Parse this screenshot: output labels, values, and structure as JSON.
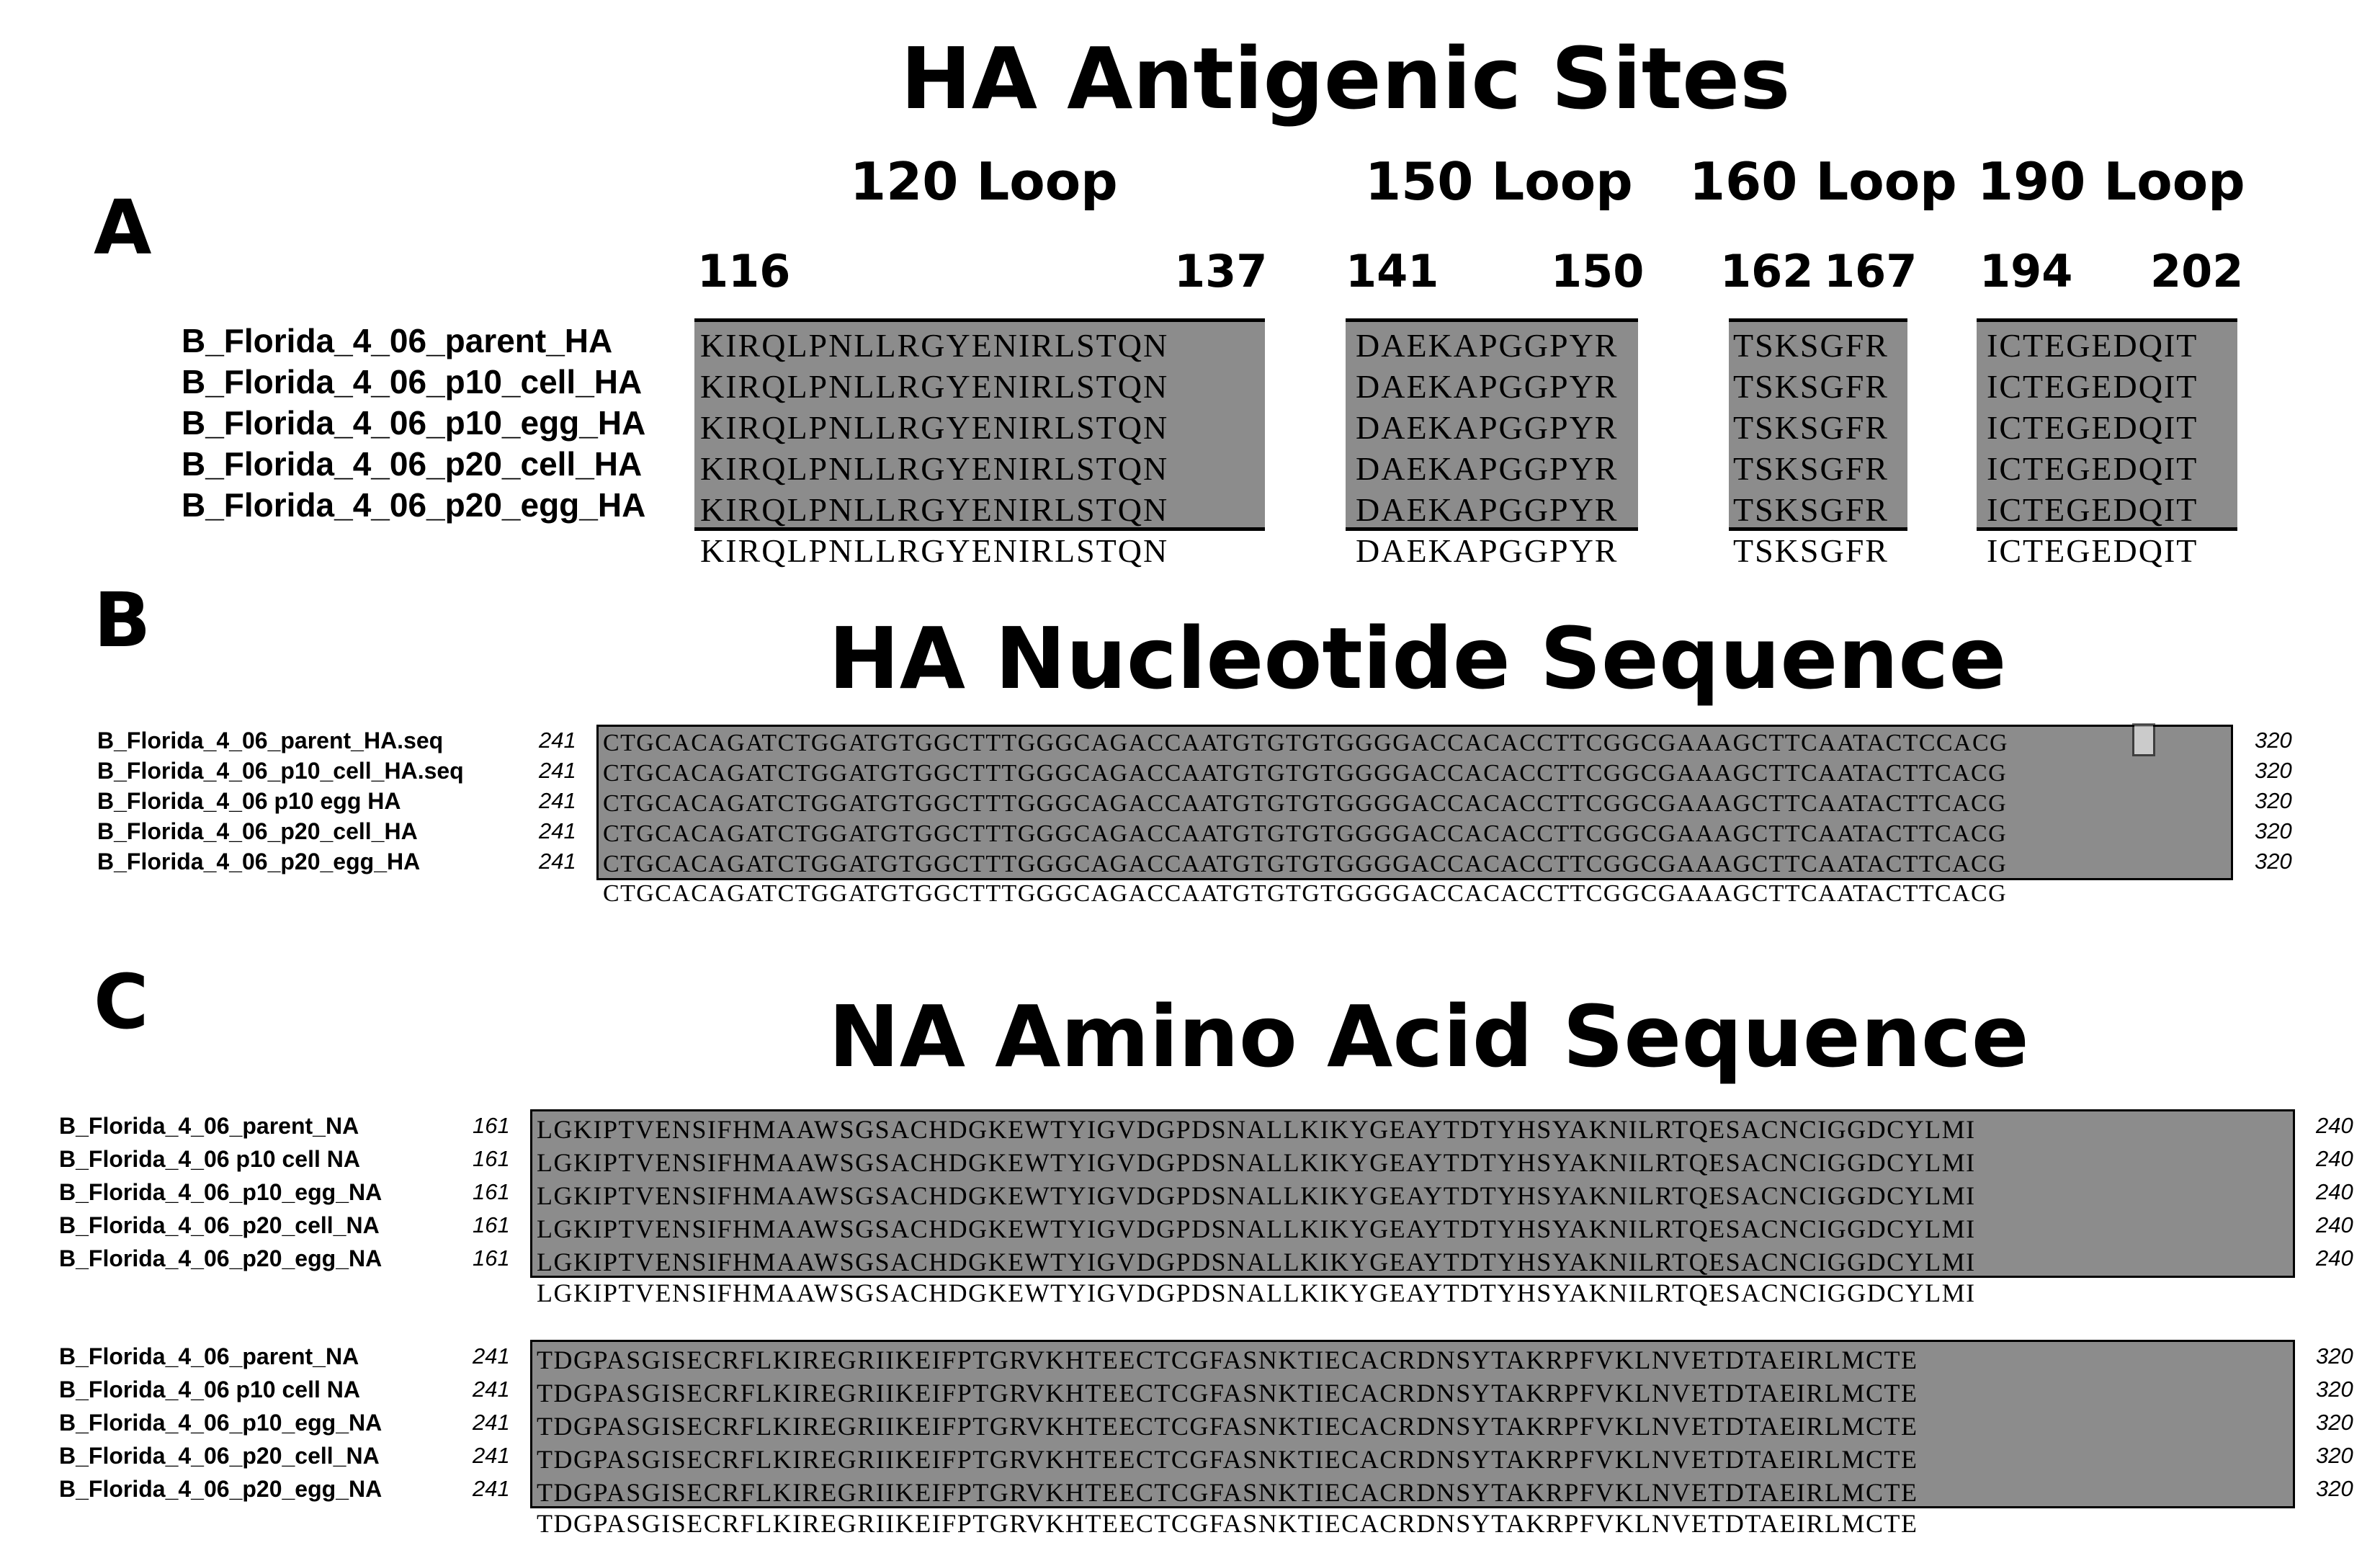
{
  "panelA": {
    "letter": "A",
    "title": "HA Antigenic Sites",
    "loops": [
      "120 Loop",
      "150 Loop",
      "160 Loop",
      "190 Loop"
    ],
    "positions": [
      "116",
      "137",
      "141",
      "150",
      "162",
      "167",
      "194",
      "202"
    ],
    "rows": [
      "B_Florida_4_06_parent_HA",
      "B_Florida_4_06_p10_cell_HA",
      "B_Florida_4_06_p10_egg_HA",
      "B_Florida_4_06_p20_cell_HA",
      "B_Florida_4_06_p20_egg_HA"
    ],
    "sites": [
      {
        "seq": "KIRQLPNLLRGYENIRLSTQN"
      },
      {
        "seq": "DAEKAPGGPYR"
      },
      {
        "seq": "TSKSGFR"
      },
      {
        "seq": "ICTEGEDQIT"
      }
    ]
  },
  "panelB": {
    "letter": "B",
    "title": "HA Nucleotide Sequence",
    "rows": [
      {
        "name": "B_Florida_4_06_parent_HA.seq",
        "start": "241",
        "end": "320"
      },
      {
        "name": "B_Florida_4_06_p10_cell_HA.seq",
        "start": "241",
        "end": "320"
      },
      {
        "name": "B_Florida_4_06 p10 egg HA",
        "start": "241",
        "end": "320"
      },
      {
        "name": "B_Florida_4_06_p20_cell_HA",
        "start": "241",
        "end": "320"
      },
      {
        "name": "B_Florida_4_06_p20_egg_HA",
        "start": "241",
        "end": "320"
      }
    ],
    "sequence": "CTGCACAGATCTGGATGTGGCTTTGGGCAGACCAATGTGTGTGGGGACCACACCTTCGGCGAAAGCTTCAATACTTCACG",
    "parent_variant": "CTGCACAGATCTGGATGTGGCTTTGGGCAGACCAATGTGTGTGGGGACCACACCTTCGGCGAAAGCTTCAATACTCCACG",
    "consensus": "CTGCACAGATCTGGATGTGGCTTTGGGCAGACCAATGTGTGTGGGGACCACACCTTCGGCGAAAGCTTCAATACTTCACG"
  },
  "panelC": {
    "letter": "C",
    "title": "NA Amino Acid Sequence",
    "blocks": [
      {
        "rows": [
          {
            "name": "B_Florida_4_06_parent_NA",
            "start": "161",
            "end": "240"
          },
          {
            "name": "B_Florida_4_06 p10 cell NA",
            "start": "161",
            "end": "240"
          },
          {
            "name": "B_Florida_4_06_p10_egg_NA",
            "start": "161",
            "end": "240"
          },
          {
            "name": "B_Florida_4_06_p20_cell_NA",
            "start": "161",
            "end": "240"
          },
          {
            "name": "B_Florida_4_06_p20_egg_NA",
            "start": "161",
            "end": "240"
          }
        ],
        "sequence": "LGKIPTVENSIFHMAAWSGSACHDGKEWTYIGVDGPDSNALLKIKYGEAYTDTYHSYAKNILRTQESACNCIGGDCYLMI",
        "consensus": "LGKIPTVENSIFHMAAWSGSACHDGKEWTYIGVDGPDSNALLKIKYGEAYTDTYHSYAKNILRTQESACNCIGGDCYLMI"
      },
      {
        "rows": [
          {
            "name": "B_Florida_4_06_parent_NA",
            "start": "241",
            "end": "320"
          },
          {
            "name": "B_Florida_4_06 p10 cell NA",
            "start": "241",
            "end": "320"
          },
          {
            "name": "B_Florida_4_06_p10_egg_NA",
            "start": "241",
            "end": "320"
          },
          {
            "name": "B_Florida_4_06_p20_cell_NA",
            "start": "241",
            "end": "320"
          },
          {
            "name": "B_Florida_4_06_p20_egg_NA",
            "start": "241",
            "end": "320"
          }
        ],
        "sequence": "TDGPASGISECRFLKIREGRIIKEIFPTGRVKHTEECTCGFASNKTIECACRDNSYTAKRPFVKLNVETDTAEIRLMCTE",
        "consensus": "TDGPASGISECRFLKIREGRIIKEIFPTGRVKHTEECTCGFASNKTIECACRDNSYTAKRPFVKLNVETDTAEIRLMCTE"
      }
    ]
  }
}
